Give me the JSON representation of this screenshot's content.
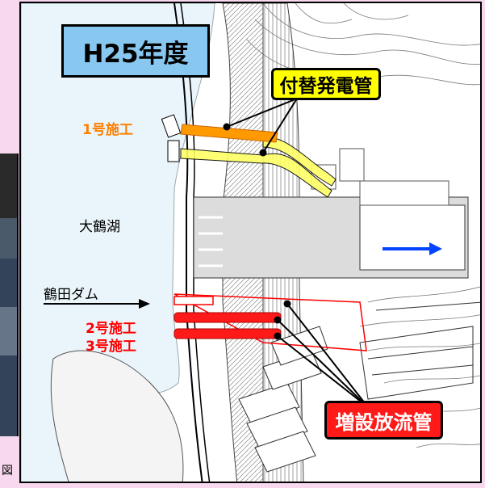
{
  "title": "H25年度",
  "callouts": {
    "replacement_penstock": "付替発電管",
    "added_discharge_pipe": "増設放流管"
  },
  "labels": {
    "work1": "1号施工",
    "work2": "2号施工",
    "work3": "3号施工",
    "lake": "大鶴湖",
    "dam": "鶴田ダム"
  },
  "left_edge_text": "図",
  "colors": {
    "title_bg": "#88c8f0",
    "penstock_yellow": "#ffff00",
    "work1_orange": "#ff9900",
    "discharge_red": "#ff1a1a",
    "flow_arrow_blue": "#0044ff"
  },
  "icons": [
    "flow-arrow-icon",
    "dam-arrow-icon"
  ]
}
